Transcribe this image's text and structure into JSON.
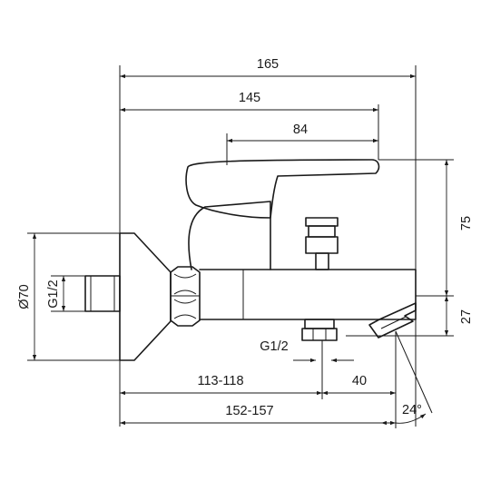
{
  "dimensions": {
    "overall_length": "165",
    "handle_length": "145",
    "lever_length": "84",
    "body_height": "75",
    "spout_height": "27",
    "rosette_diameter": "Ø70",
    "inlet_thread": "G1/2",
    "outlet_thread": "G1/2",
    "centre_to_outlet": "113-118",
    "outlet_offset": "40",
    "overall_depth": "152-157",
    "spout_angle": "24°"
  }
}
